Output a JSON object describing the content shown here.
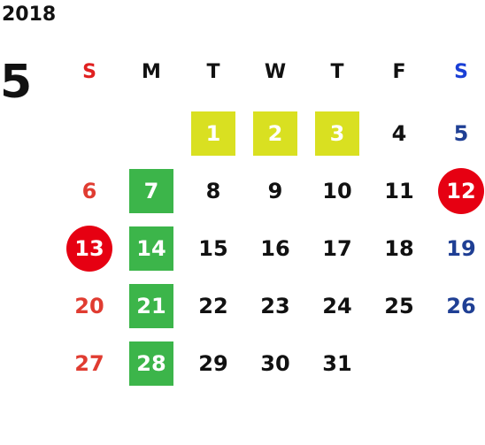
{
  "calendar": {
    "year": "2018",
    "month": "5",
    "weekdays": [
      {
        "label": "S",
        "color": "#e02020"
      },
      {
        "label": "M",
        "color": "#111111"
      },
      {
        "label": "T",
        "color": "#111111"
      },
      {
        "label": "W",
        "color": "#111111"
      },
      {
        "label": "T",
        "color": "#111111"
      },
      {
        "label": "F",
        "color": "#111111"
      },
      {
        "label": "S",
        "color": "#1a3fd6"
      }
    ],
    "colors": {
      "sunday": "#e03c31",
      "saturday": "#1f3f94",
      "weekday": "#111111",
      "yellow_highlight": "#d9e021",
      "green_highlight": "#3cb54a",
      "red_holiday": "#e60012"
    },
    "weeks": [
      [
        {
          "day": ""
        },
        {
          "day": ""
        },
        {
          "day": "1",
          "highlight": "yellow"
        },
        {
          "day": "2",
          "highlight": "yellow"
        },
        {
          "day": "3",
          "highlight": "yellow"
        },
        {
          "day": "4"
        },
        {
          "day": "5"
        }
      ],
      [
        {
          "day": "6"
        },
        {
          "day": "7",
          "highlight": "green"
        },
        {
          "day": "8"
        },
        {
          "day": "9"
        },
        {
          "day": "10"
        },
        {
          "day": "11"
        },
        {
          "day": "12",
          "highlight": "red-circle"
        }
      ],
      [
        {
          "day": "13",
          "highlight": "red-circle"
        },
        {
          "day": "14",
          "highlight": "green"
        },
        {
          "day": "15"
        },
        {
          "day": "16"
        },
        {
          "day": "17"
        },
        {
          "day": "18"
        },
        {
          "day": "19"
        }
      ],
      [
        {
          "day": "20"
        },
        {
          "day": "21",
          "highlight": "green"
        },
        {
          "day": "22"
        },
        {
          "day": "23"
        },
        {
          "day": "24"
        },
        {
          "day": "25"
        },
        {
          "day": "26"
        }
      ],
      [
        {
          "day": "27"
        },
        {
          "day": "28",
          "highlight": "green"
        },
        {
          "day": "29"
        },
        {
          "day": "30"
        },
        {
          "day": "31"
        },
        {
          "day": ""
        },
        {
          "day": ""
        }
      ]
    ]
  }
}
